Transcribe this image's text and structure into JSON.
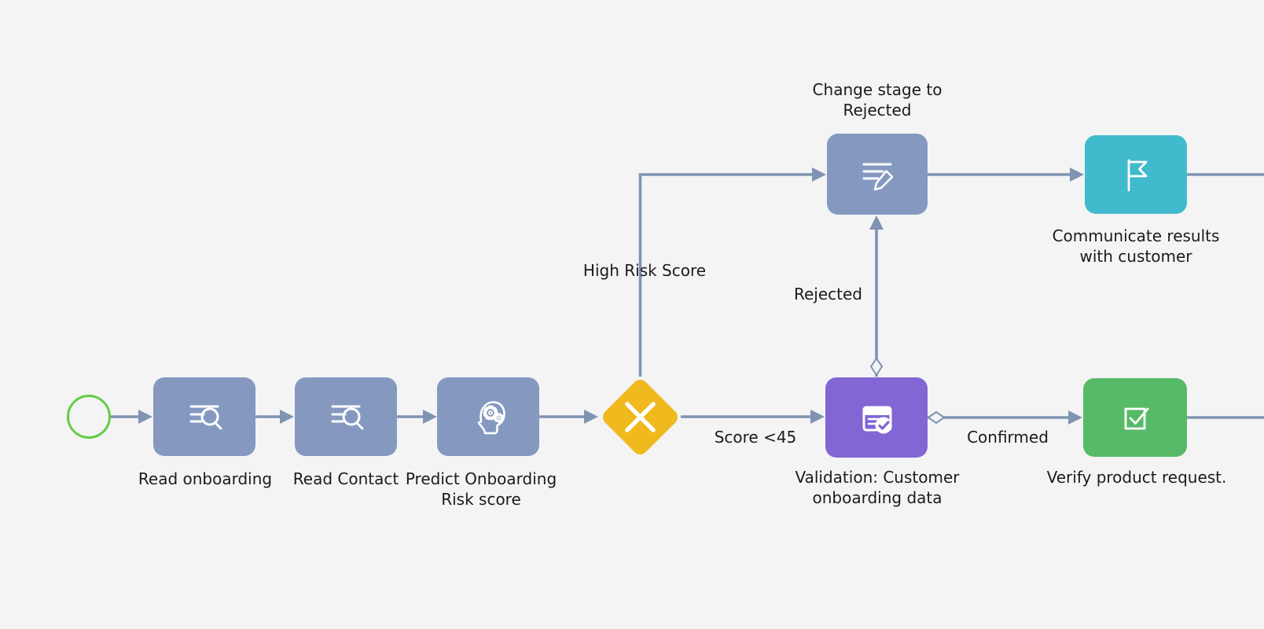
{
  "app": {
    "view": "process-designer-canvas",
    "background_color": "#f4f4f5"
  },
  "colors": {
    "task_blue": "#8599c0",
    "gateway_yellow": "#f0b91e",
    "user_task_teal": "#41bacd",
    "approval_purple": "#8166d4",
    "perform_task_green": "#57ba68",
    "start_event_green": "#62cd44",
    "connector": "#8093b2",
    "label_text": "#1b1b1b",
    "icon_stroke": "#ffffff"
  },
  "diagram": {
    "start_event": {
      "id": "start",
      "shape": "circle"
    },
    "nodes": [
      {
        "id": "read-onboarding",
        "type": "read-data",
        "icon": "read-data-icon",
        "label": "Read onboarding",
        "color": "#8599c0"
      },
      {
        "id": "read-contact",
        "type": "read-data",
        "icon": "read-data-icon",
        "label": "Read Contact",
        "color": "#8599c0"
      },
      {
        "id": "predict-risk",
        "type": "predict-data",
        "icon": "predict-brain-icon",
        "label_line1": "Predict Onboarding",
        "label_line2": "Risk score",
        "color": "#8599c0"
      },
      {
        "id": "gateway",
        "type": "exclusive-gateway",
        "icon": "x-icon",
        "color": "#f0b91e"
      },
      {
        "id": "change-stage",
        "type": "modify-record",
        "icon": "modify-record-icon",
        "label_line1": "Change stage to",
        "label_line2": "Rejected",
        "color": "#8599c0"
      },
      {
        "id": "communicate-results",
        "type": "user-task",
        "icon": "flag-icon",
        "label_line1": "Communicate results",
        "label_line2": "with customer",
        "color": "#41bacd"
      },
      {
        "id": "validation",
        "type": "approval-task",
        "icon": "approval-check-icon",
        "label_line1": "Validation: Customer",
        "label_line2": "onboarding data",
        "color": "#8166d4"
      },
      {
        "id": "verify-product",
        "type": "perform-task",
        "icon": "checkbox-icon",
        "label": "Verify product request.",
        "color": "#57ba68"
      }
    ],
    "edges": [
      {
        "from": "start",
        "to": "read-onboarding",
        "label": ""
      },
      {
        "from": "read-onboarding",
        "to": "read-contact",
        "label": ""
      },
      {
        "from": "read-contact",
        "to": "predict-risk",
        "label": ""
      },
      {
        "from": "predict-risk",
        "to": "gateway",
        "label": ""
      },
      {
        "from": "gateway",
        "to": "change-stage",
        "label": "High Risk Score"
      },
      {
        "from": "gateway",
        "to": "validation",
        "label": "Score <45"
      },
      {
        "from": "change-stage",
        "to": "communicate-results",
        "label": ""
      },
      {
        "from": "communicate-results",
        "to": "off-canvas-right-top",
        "label": ""
      },
      {
        "from": "validation",
        "to": "change-stage",
        "label": "Rejected",
        "marker": "conditional-diamond"
      },
      {
        "from": "validation",
        "to": "verify-product",
        "label": "Confirmed",
        "marker": "conditional-diamond"
      },
      {
        "from": "verify-product",
        "to": "off-canvas-right-bottom",
        "label": ""
      }
    ]
  }
}
